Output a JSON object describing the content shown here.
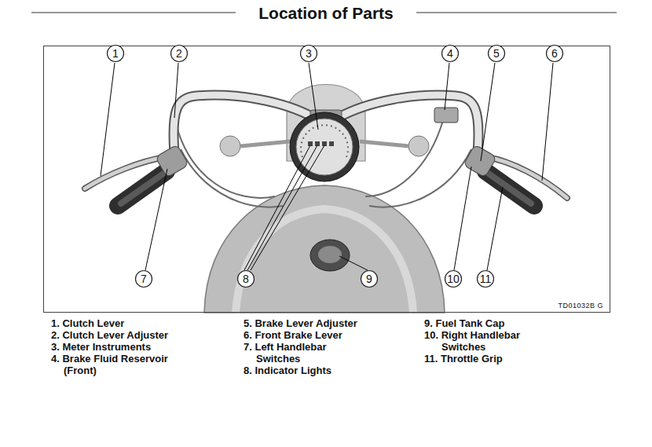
{
  "diagram": {
    "title": "Location of Parts",
    "nodes": [
      {
        "text": [
          "TD01032B G"
        ]
      },
      {
        "text": [
          "1"
        ],
        "in": 0
      },
      {
        "text": [
          "2"
        ],
        "in": 0
      },
      {
        "text": [
          "3"
        ],
        "in": 0
      },
      {
        "text": [
          "4"
        ],
        "in": 0
      },
      {
        "text": [
          "5"
        ],
        "in": 0
      },
      {
        "text": [
          "6"
        ],
        "in": 0
      },
      {
        "text": [
          "7"
        ],
        "in": 0
      },
      {
        "text": [
          "8"
        ],
        "in": 0
      },
      {
        "text": [
          "9"
        ],
        "in": 0
      },
      {
        "text": [
          "10"
        ],
        "in": 0
      },
      {
        "text": [
          "11"
        ],
        "in": 0
      }
    ],
    "labels": [
      "1. Clutch Lever",
      "2. Clutch Lever Adjuster",
      "3. Meter Instruments",
      "4. Brake Fluid Reservoir (Front)",
      "5. Brake Lever Adjuster",
      "6. Front Brake Lever",
      "7. Left Handlebar Switches",
      "8. Indicator Lights",
      "9. Fuel Tank Cap",
      "10. Right Handlebar Switches",
      "11. Throttle Grip"
    ]
  }
}
